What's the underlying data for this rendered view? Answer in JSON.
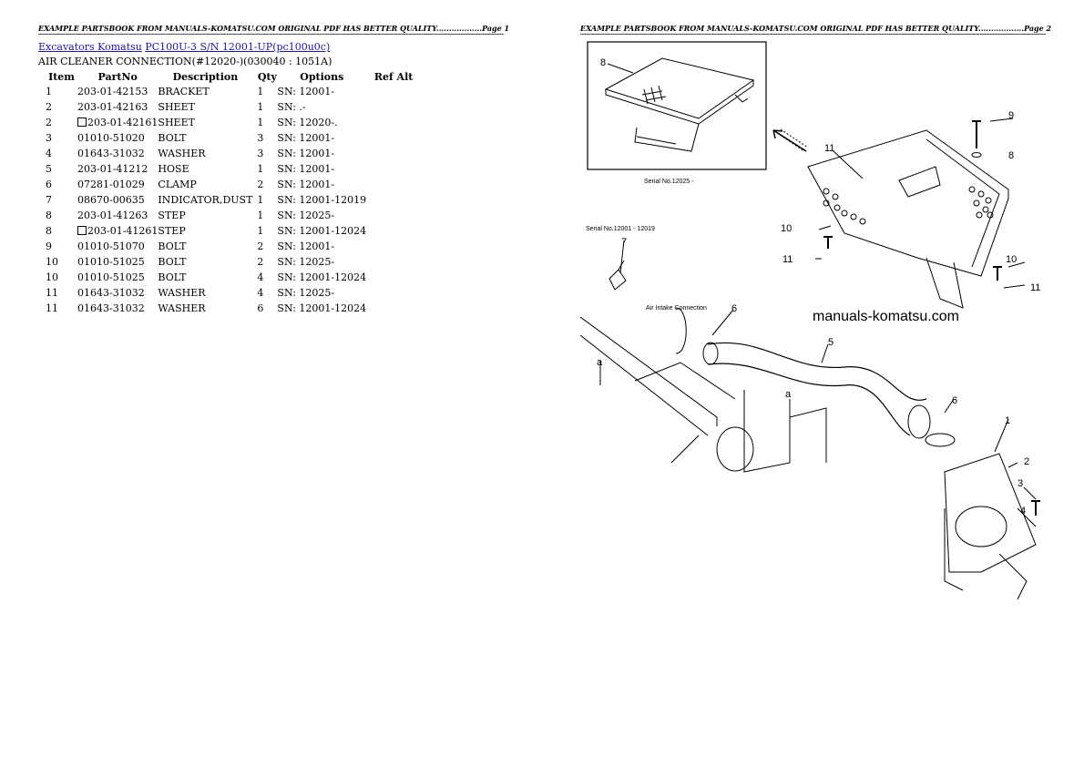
{
  "header": {
    "page1": "EXAMPLE PARTSBOOK FROM MANUALS-KOMATSU.COM ORIGINAL PDF HAS BETTER QUALITY..................Page 1",
    "page2": "EXAMPLE PARTSBOOK FROM MANUALS-KOMATSU.COM ORIGINAL PDF HAS BETTER QUALITY..................Page 2"
  },
  "breadcrumb": {
    "link1": "Excavators Komatsu",
    "link2": "PC100U-3 S/N 12001-UP(pc100u0c)"
  },
  "subtitle": "AIR CLEANER CONNECTION(#12020-)(030040 : 1051A)",
  "columns": [
    "Item",
    "PartNo",
    "Description",
    "Qty",
    "Options",
    "Ref Alt"
  ],
  "rows": [
    {
      "item": "1",
      "part": "203-01-42153",
      "desc": "BRACKET",
      "qty": "1",
      "opt": "SN: 12001-",
      "boxed": false
    },
    {
      "item": "2",
      "part": "203-01-42163",
      "desc": "SHEET",
      "qty": "1",
      "opt": "SN: .-",
      "boxed": false
    },
    {
      "item": "2",
      "part": "203-01-42161",
      "desc": "SHEET",
      "qty": "1",
      "opt": "SN: 12020-.",
      "boxed": true
    },
    {
      "item": "3",
      "part": "01010-51020",
      "desc": "BOLT",
      "qty": "3",
      "opt": "SN: 12001-",
      "boxed": false
    },
    {
      "item": "4",
      "part": "01643-31032",
      "desc": "WASHER",
      "qty": "3",
      "opt": "SN: 12001-",
      "boxed": false
    },
    {
      "item": "5",
      "part": "203-01-41212",
      "desc": "HOSE",
      "qty": "1",
      "opt": "SN: 12001-",
      "boxed": false
    },
    {
      "item": "6",
      "part": "07281-01029",
      "desc": "CLAMP",
      "qty": "2",
      "opt": "SN: 12001-",
      "boxed": false
    },
    {
      "item": "7",
      "part": "08670-00635",
      "desc": "INDICATOR,DUST",
      "qty": "1",
      "opt": "SN: 12001-12019",
      "boxed": false
    },
    {
      "item": "8",
      "part": "203-01-41263",
      "desc": "STEP",
      "qty": "1",
      "opt": "SN: 12025-",
      "boxed": false
    },
    {
      "item": "8",
      "part": "203-01-41261",
      "desc": "STEP",
      "qty": "1",
      "opt": "SN: 12001-12024",
      "boxed": true
    },
    {
      "item": "9",
      "part": "01010-51070",
      "desc": "BOLT",
      "qty": "2",
      "opt": "SN: 12001-",
      "boxed": false
    },
    {
      "item": "10",
      "part": "01010-51025",
      "desc": "BOLT",
      "qty": "2",
      "opt": "SN: 12025-",
      "boxed": false
    },
    {
      "item": "10",
      "part": "01010-51025",
      "desc": "BOLT",
      "qty": "4",
      "opt": "SN: 12001-12024",
      "boxed": false
    },
    {
      "item": "11",
      "part": "01643-31032",
      "desc": "WASHER",
      "qty": "4",
      "opt": "SN: 12025-",
      "boxed": false
    },
    {
      "item": "11",
      "part": "01643-31032",
      "desc": "WASHER",
      "qty": "6",
      "opt": "SN: 12001-12024",
      "boxed": false
    }
  ],
  "diagram": {
    "serial_top": "Serial No.12025 -",
    "serial_mid": "Serial No.12001 - 12019",
    "connection_label": "Air Intake Connection",
    "watermark": "manuals-komatsu.com",
    "callouts": [
      "8",
      "9",
      "11",
      "8",
      "10",
      "11",
      "10",
      "11",
      "7",
      "6",
      "5",
      "a",
      "6",
      "1",
      "2",
      "3",
      "4",
      "a"
    ]
  }
}
